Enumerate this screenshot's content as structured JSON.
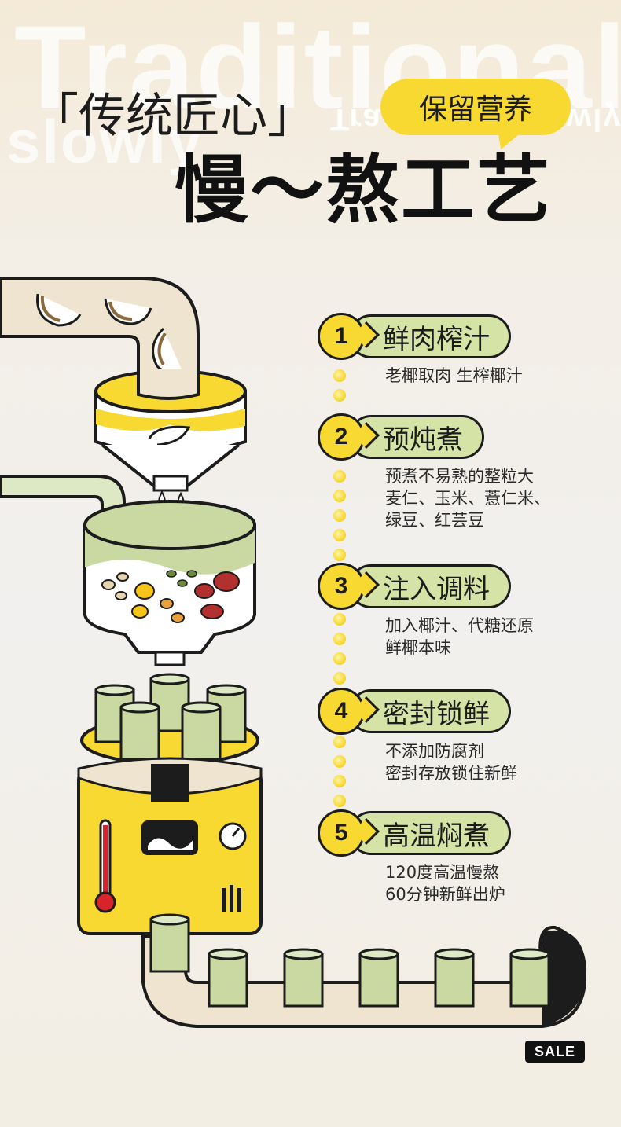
{
  "background_words": {
    "traditional": "Traditional",
    "slowly": "slowly",
    "mirror": "Traditional slowly"
  },
  "header": {
    "title_small": "「传统匠心」",
    "title_big": "慢～熬工艺",
    "badge": "保留营养"
  },
  "steps": [
    {
      "number": "1",
      "title": "鲜肉榨汁",
      "desc": [
        "老椰取肉  生榨椰汁"
      ]
    },
    {
      "number": "2",
      "title": "预炖煮",
      "desc": [
        "预煮不易熟的整粒大",
        "麦仁、玉米、薏仁米、",
        "绿豆、红芸豆"
      ]
    },
    {
      "number": "3",
      "title": "注入调料",
      "desc": [
        "加入椰汁、代糖还原",
        "鲜椰本味"
      ]
    },
    {
      "number": "4",
      "title": "密封锁鲜",
      "desc": [
        "不添加防腐剂",
        "密封存放锁住新鲜"
      ]
    },
    {
      "number": "5",
      "title": "高温焖煮",
      "desc": [
        "120度高温慢熬",
        "60分钟新鲜出炉"
      ]
    }
  ],
  "sale_label": "SALE",
  "colors": {
    "yellow": "#f7d931",
    "green_pill": "#d5e3a6",
    "outline": "#1c1c1c",
    "pipe": "#efe4cf",
    "thermometer_red": "#d8232a"
  }
}
